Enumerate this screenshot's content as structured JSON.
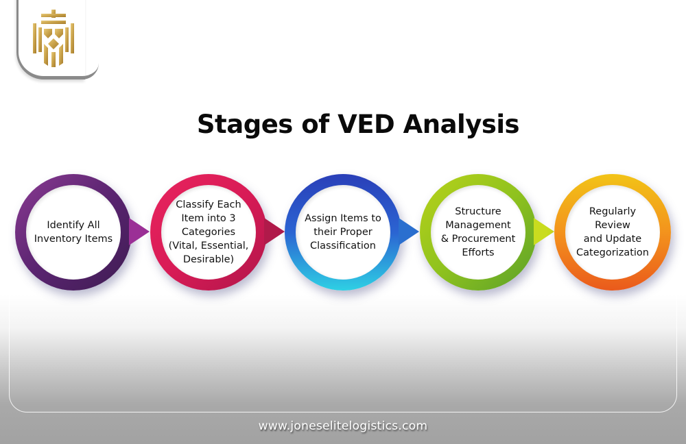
{
  "header": {
    "logo_alt": "gold crown shield logo",
    "title": "Stages of VED Analysis"
  },
  "stages": [
    {
      "label": "Identify All\nInventory Items",
      "color_start": "#8a3b92",
      "color_end": "#3e1c52"
    },
    {
      "label": "Classify Each\nItem into 3\nCategories\n(Vital, Essential,\nDesirable)",
      "color_start": "#e8245e",
      "color_end": "#b0164a"
    },
    {
      "label": "Assign Items to\ntheir Proper\nClassification",
      "color_start": "#2a3fb8",
      "color_end": "#2ed0e4"
    },
    {
      "label": "Structure\nManagement\n& Procurement\nEfforts",
      "color_start": "#b8d21a",
      "color_end": "#5aa02a"
    },
    {
      "label": "Regularly\nReview\nand Update\nCategorization",
      "color_start": "#f2c317",
      "color_end": "#ea5a1c"
    }
  ],
  "footer": {
    "url": "www.joneselitelogistics.com"
  },
  "colors": {
    "logo_gold": "#c9a24a",
    "title": "#0a0a0a",
    "background_bottom": "#a2a2a2"
  }
}
